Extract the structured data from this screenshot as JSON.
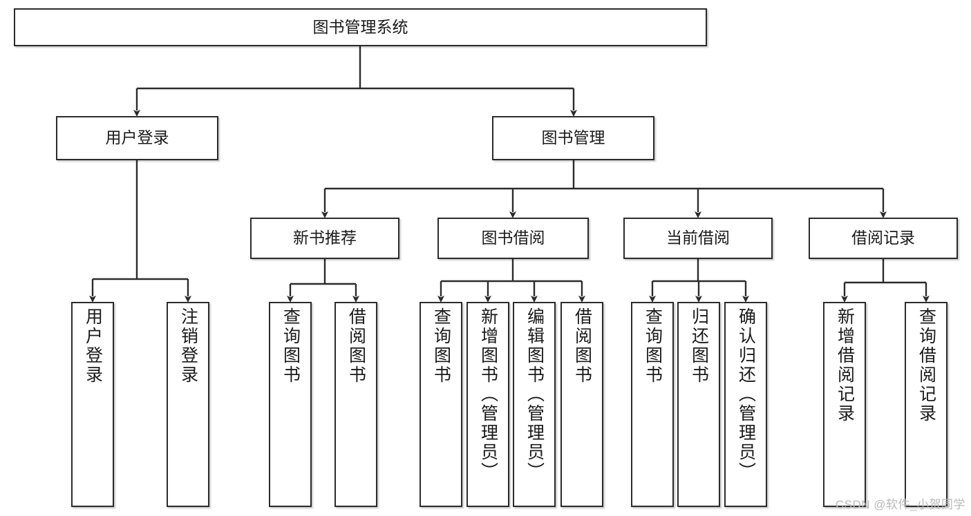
{
  "diagram": {
    "type": "tree-hierarchy-chart",
    "title_text": "图书管理系统",
    "watermark": "CSDN @软件_小贺同学",
    "colors": {
      "box_border": "#2b2b2b",
      "box_fill": "#ffffff",
      "connector": "#2b2b2b",
      "text": "#1a1a1a",
      "watermark": "#b9b9b9"
    },
    "nodes": {
      "root": {
        "label": "图书管理系统"
      },
      "level2": [
        {
          "label": "用户登录"
        },
        {
          "label": "图书管理"
        }
      ],
      "level3": [
        {
          "label": "新书推荐"
        },
        {
          "label": "图书借阅"
        },
        {
          "label": "当前借阅"
        },
        {
          "label": "借阅记录"
        }
      ],
      "leaves": {
        "user_login": [
          {
            "label": "用户登录"
          },
          {
            "label": "注销登录"
          }
        ],
        "new_book_recommend": [
          {
            "label": "查询图书"
          },
          {
            "label": "借阅图书"
          }
        ],
        "book_borrow": [
          {
            "label": "查询图书"
          },
          {
            "label": "新增图书（管理员）"
          },
          {
            "label": "编辑图书（管理员）"
          },
          {
            "label": "借阅图书"
          }
        ],
        "current_borrow": [
          {
            "label": "查询图书"
          },
          {
            "label": "归还图书"
          },
          {
            "label": "确认归还（管理员）"
          }
        ],
        "borrow_record": [
          {
            "label": "新增借阅记录"
          },
          {
            "label": "查询借阅记录"
          }
        ]
      }
    }
  }
}
